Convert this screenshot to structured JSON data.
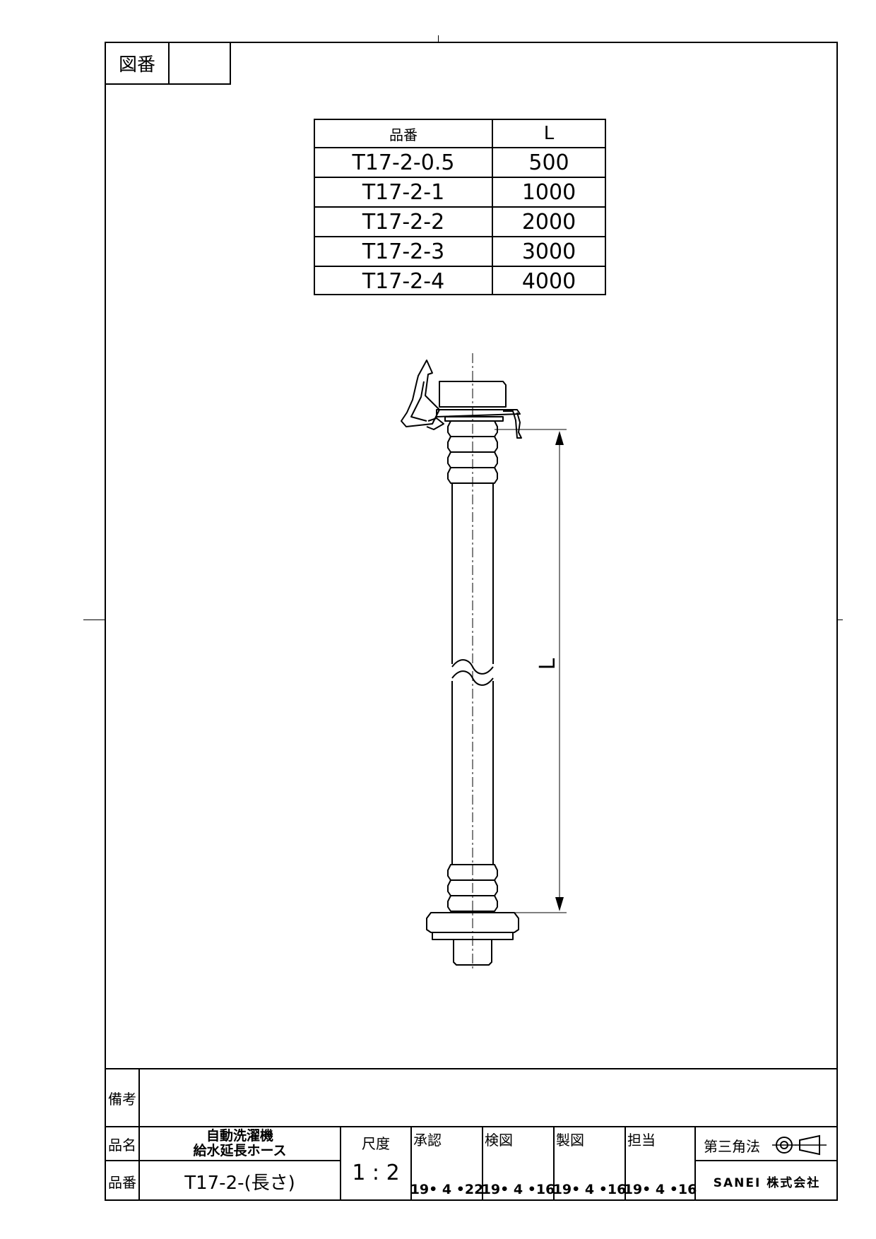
{
  "drawing_number": {
    "label": "図番",
    "value": ""
  },
  "parts_table": {
    "headers": {
      "part_number": "品番",
      "length": "L"
    },
    "rows": [
      {
        "part_number": "T17-2-0.5",
        "length": "500"
      },
      {
        "part_number": "T17-2-1",
        "length": "1000"
      },
      {
        "part_number": "T17-2-2",
        "length": "2000"
      },
      {
        "part_number": "T17-2-3",
        "length": "3000"
      },
      {
        "part_number": "T17-2-4",
        "length": "4000"
      }
    ]
  },
  "drawing": {
    "dimension_label": "L"
  },
  "title_block": {
    "remarks_label": "備考",
    "remarks_value": "",
    "name_label": "品名",
    "name_line1": "自動洗濯機",
    "name_line2": "給水延長ホース",
    "number_label": "品番",
    "number_value": "T17-2-(長さ)",
    "scale_label": "尺度",
    "scale_value": "1 : 2",
    "approvals": [
      {
        "label": "承認",
        "date": "19• 4 •22"
      },
      {
        "label": "検図",
        "date": "19• 4 •16"
      },
      {
        "label": "製図",
        "date": "19• 4 •16"
      },
      {
        "label": "担当",
        "date": "19• 4 •16"
      }
    ],
    "projection_label": "第三角法",
    "company": "SANEI 株式会社"
  }
}
